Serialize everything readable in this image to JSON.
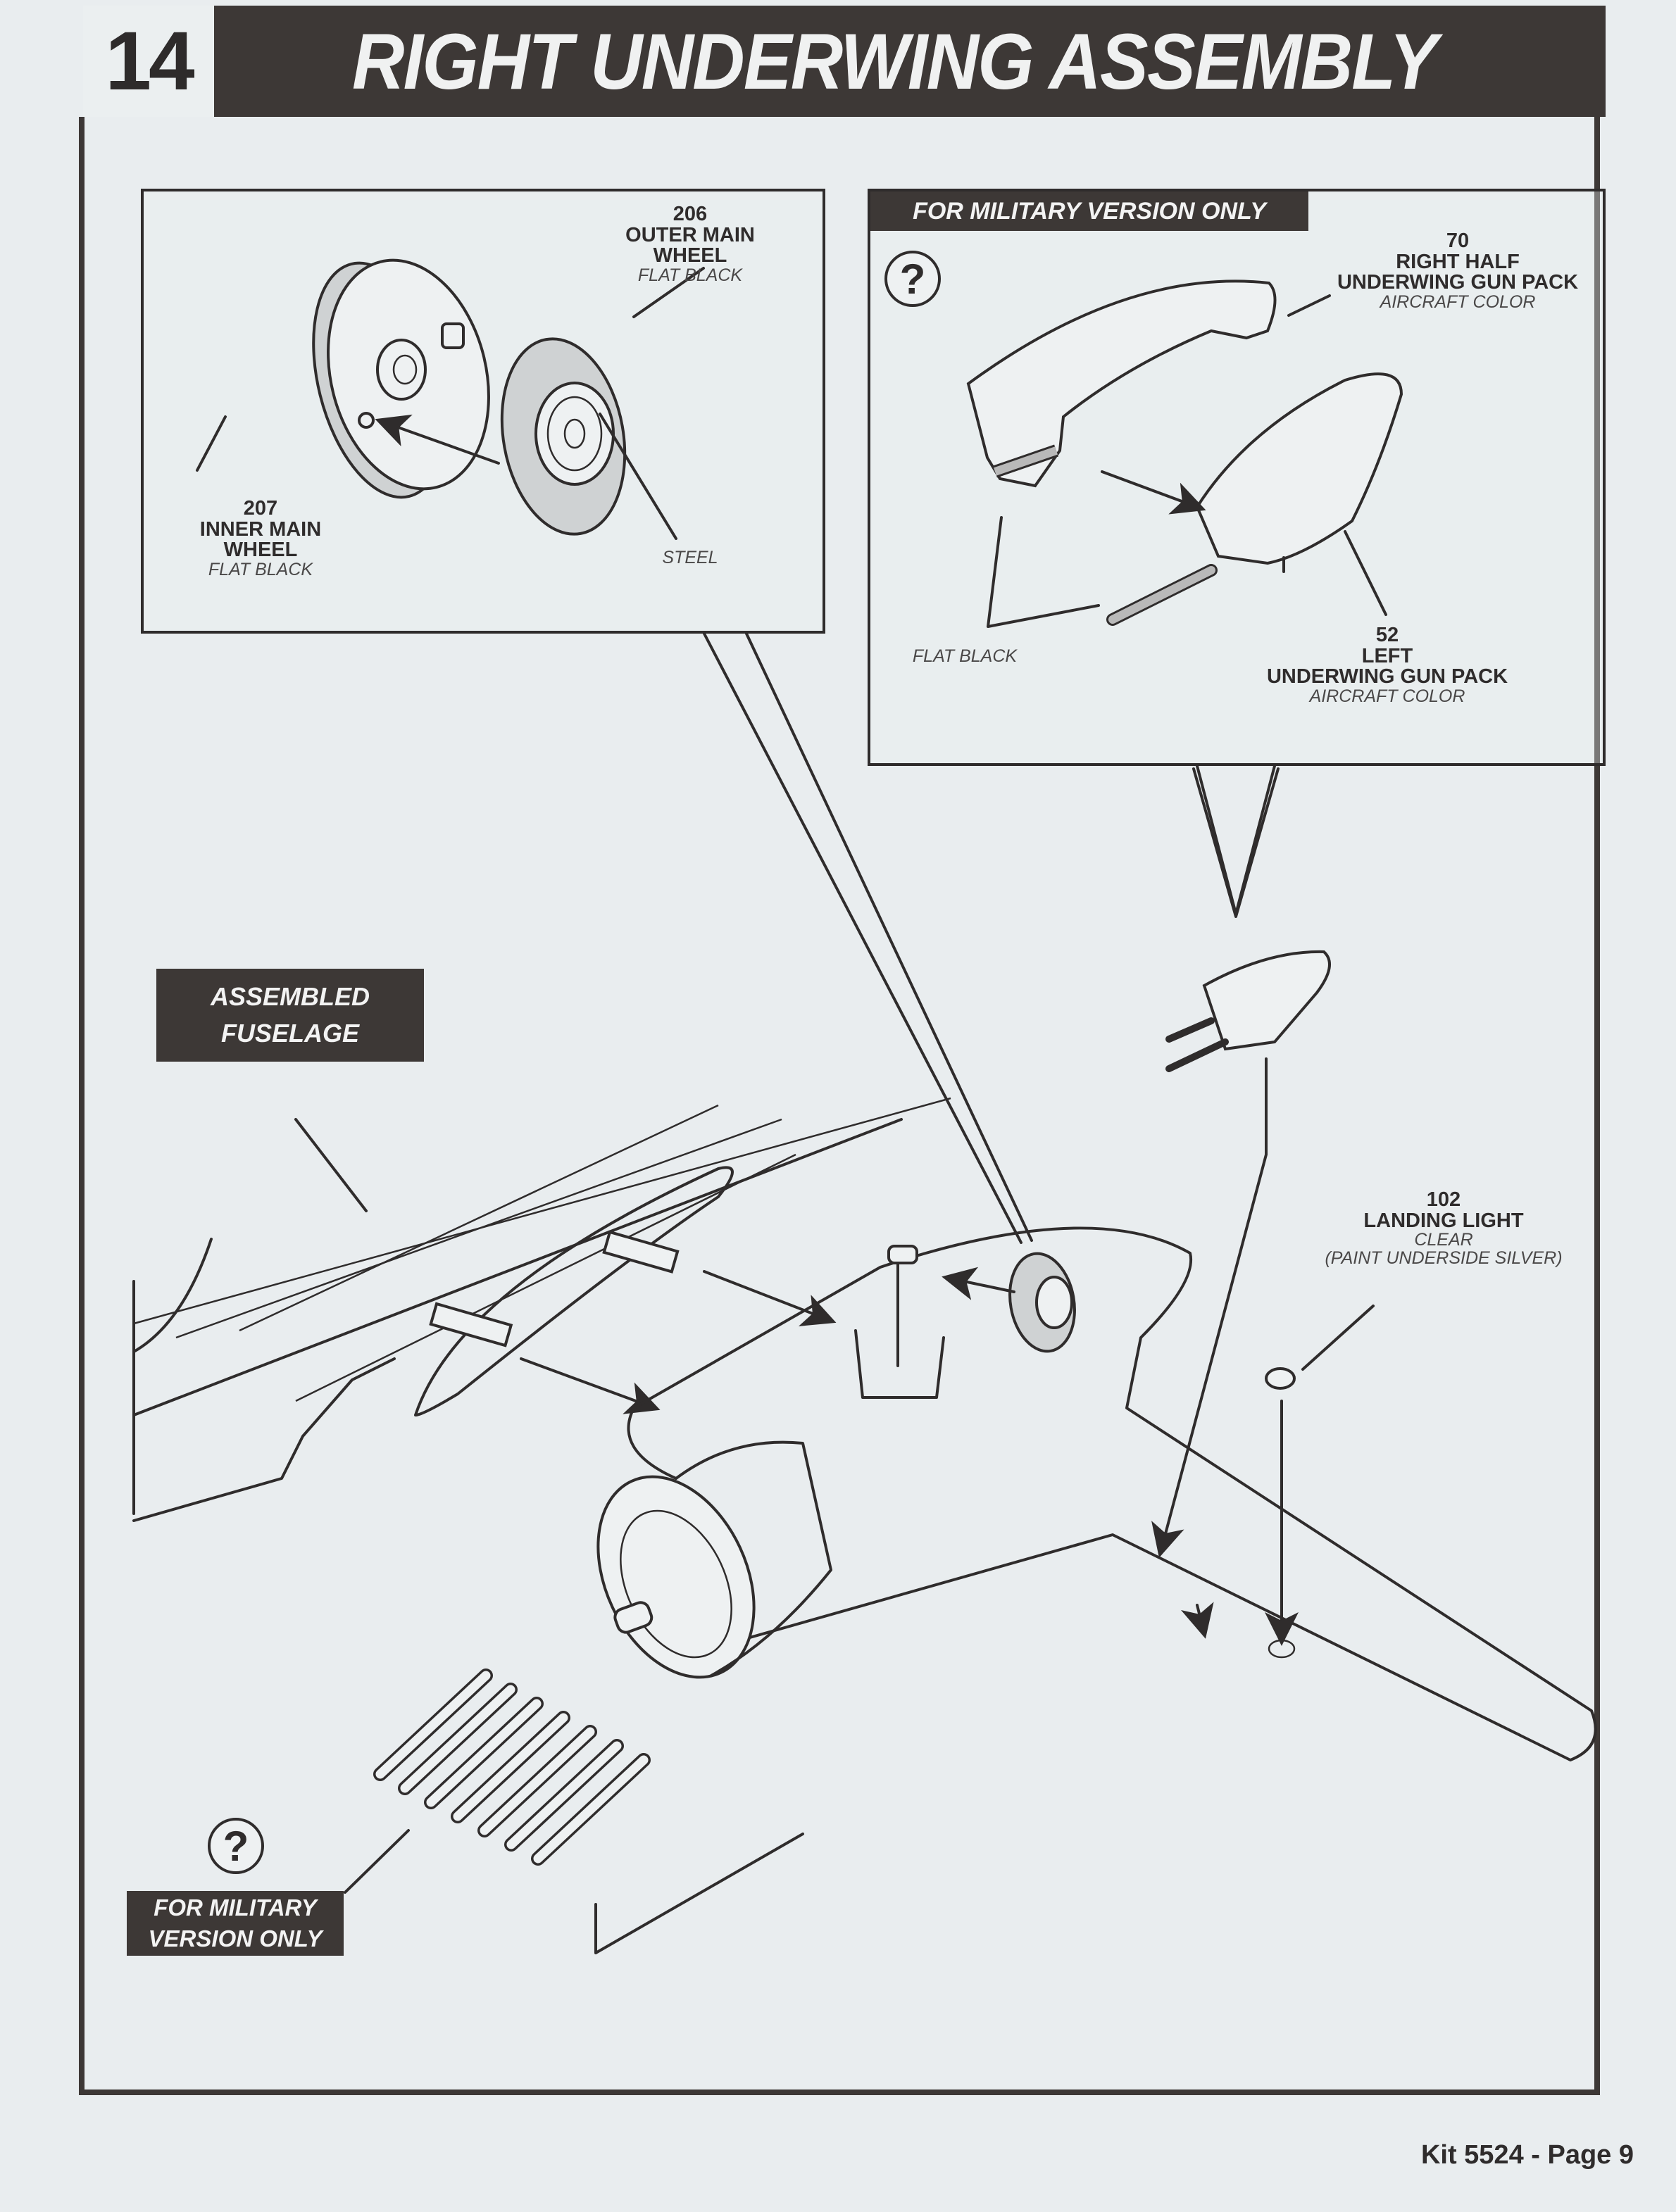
{
  "header": {
    "step_number": "14",
    "title": "RIGHT UNDERWING ASSEMBLY"
  },
  "wheel_inset": {
    "parts": [
      {
        "number": "206",
        "name_line1": "OUTER MAIN",
        "name_line2": "WHEEL",
        "color": "FLAT BLACK"
      },
      {
        "number": "207",
        "name_line1": "INNER MAIN",
        "name_line2": "WHEEL",
        "color": "FLAT BLACK"
      }
    ],
    "hub_color": "STEEL"
  },
  "gun_pack_inset": {
    "banner": "FOR MILITARY VERSION ONLY",
    "optional_icon": "question-mark-circle-icon",
    "parts": [
      {
        "number": "70",
        "name_line1": "RIGHT HALF",
        "name_line2": "UNDERWING GUN PACK",
        "color": "AIRCRAFT COLOR"
      },
      {
        "number": "52",
        "name_line1": "LEFT",
        "name_line2": "UNDERWING GUN PACK",
        "color": "AIRCRAFT COLOR"
      }
    ],
    "barrel_color": "FLAT BLACK"
  },
  "main_diagram": {
    "fuselage_label_line1": "ASSEMBLED",
    "fuselage_label_line2": "FUSELAGE",
    "landing_light": {
      "number": "102",
      "name": "LANDING LIGHT",
      "color": "CLEAR",
      "note": "(PAINT UNDERSIDE SILVER)"
    },
    "rockets_label_line1": "FOR MILITARY",
    "rockets_label_line2": "VERSION ONLY",
    "rockets_icon": "question-mark-circle-icon"
  },
  "footer": {
    "page_label": "Kit 5524 - Page 9"
  }
}
